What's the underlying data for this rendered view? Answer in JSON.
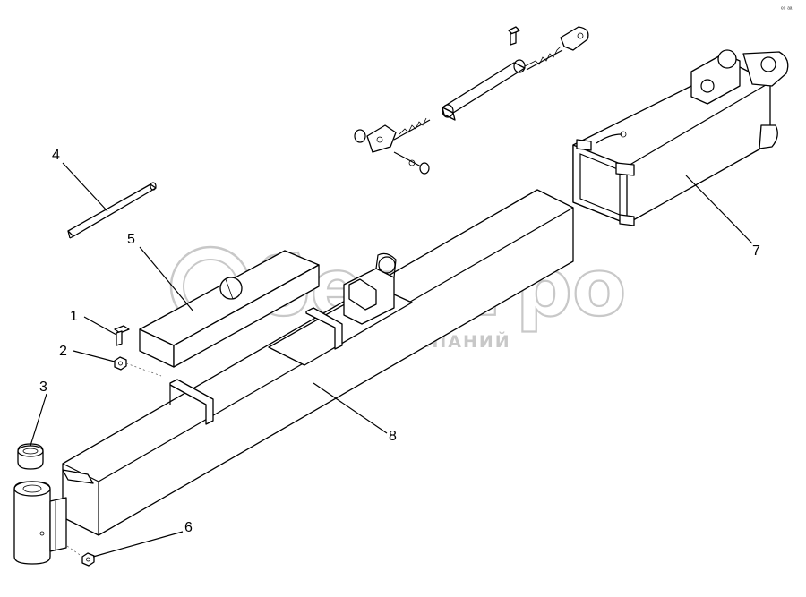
{
  "diagram": {
    "callouts": [
      {
        "id": "1",
        "label": "1"
      },
      {
        "id": "2",
        "label": "2"
      },
      {
        "id": "3",
        "label": "3"
      },
      {
        "id": "4",
        "label": "4"
      },
      {
        "id": "5",
        "label": "5"
      },
      {
        "id": "6",
        "label": "6"
      },
      {
        "id": "7",
        "label": "7"
      },
      {
        "id": "8",
        "label": "8"
      }
    ],
    "watermark": {
      "brand": "белагро",
      "subtitle": "ГРУППА КОМПАНИЙ"
    },
    "corner_mark": "ᵉᵒ ᵃᵃ"
  }
}
